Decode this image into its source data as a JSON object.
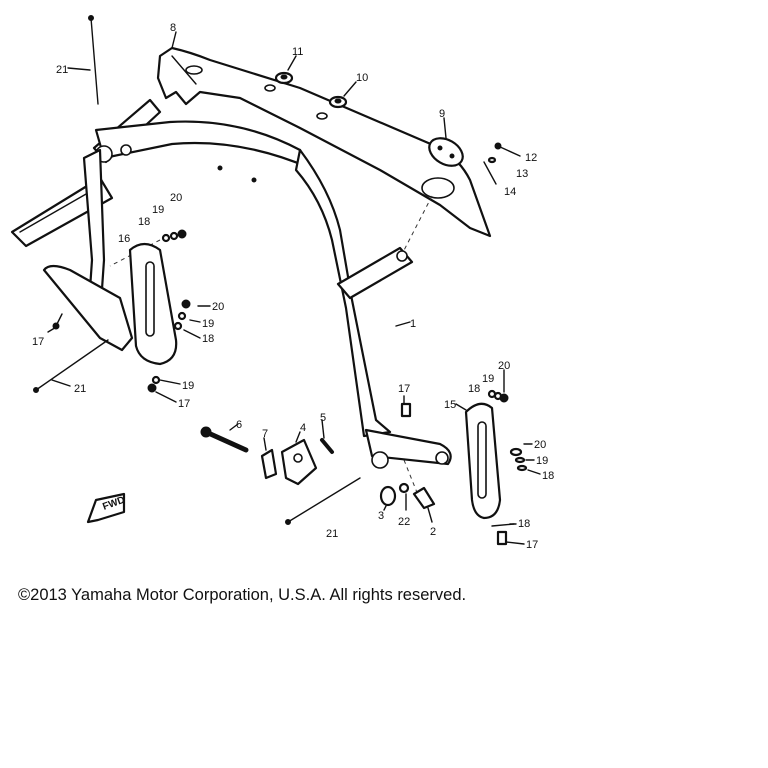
{
  "copyright": "©2013 Yamaha Motor Corporation, U.S.A. All rights reserved.",
  "fwd_label": "FWD",
  "callouts": [
    {
      "id": "c8",
      "text": "8"
    },
    {
      "id": "c11",
      "text": "11"
    },
    {
      "id": "c10",
      "text": "10"
    },
    {
      "id": "c9",
      "text": "9"
    },
    {
      "id": "c12",
      "text": "12"
    },
    {
      "id": "c13",
      "text": "13"
    },
    {
      "id": "c14",
      "text": "14"
    },
    {
      "id": "c21a",
      "text": "21"
    },
    {
      "id": "c20a",
      "text": "20"
    },
    {
      "id": "c19a",
      "text": "19"
    },
    {
      "id": "c18a",
      "text": "18"
    },
    {
      "id": "c16",
      "text": "16"
    },
    {
      "id": "c20b",
      "text": "20"
    },
    {
      "id": "c19b",
      "text": "19"
    },
    {
      "id": "c18b",
      "text": "18"
    },
    {
      "id": "c17a",
      "text": "17"
    },
    {
      "id": "c21b",
      "text": "21"
    },
    {
      "id": "c19c",
      "text": "19"
    },
    {
      "id": "c17b",
      "text": "17"
    },
    {
      "id": "c1",
      "text": "1"
    },
    {
      "id": "c17c",
      "text": "17"
    },
    {
      "id": "c6",
      "text": "6"
    },
    {
      "id": "c7",
      "text": "7"
    },
    {
      "id": "c4",
      "text": "4"
    },
    {
      "id": "c5",
      "text": "5"
    },
    {
      "id": "c20c",
      "text": "20"
    },
    {
      "id": "c18c",
      "text": "18"
    },
    {
      "id": "c19d",
      "text": "19"
    },
    {
      "id": "c15",
      "text": "15"
    },
    {
      "id": "c20d",
      "text": "20"
    },
    {
      "id": "c19e",
      "text": "19"
    },
    {
      "id": "c18d",
      "text": "18"
    },
    {
      "id": "c3",
      "text": "3"
    },
    {
      "id": "c22",
      "text": "22"
    },
    {
      "id": "c2",
      "text": "2"
    },
    {
      "id": "c21c",
      "text": "21"
    },
    {
      "id": "c18e",
      "text": "18"
    },
    {
      "id": "c17d",
      "text": "17"
    }
  ]
}
